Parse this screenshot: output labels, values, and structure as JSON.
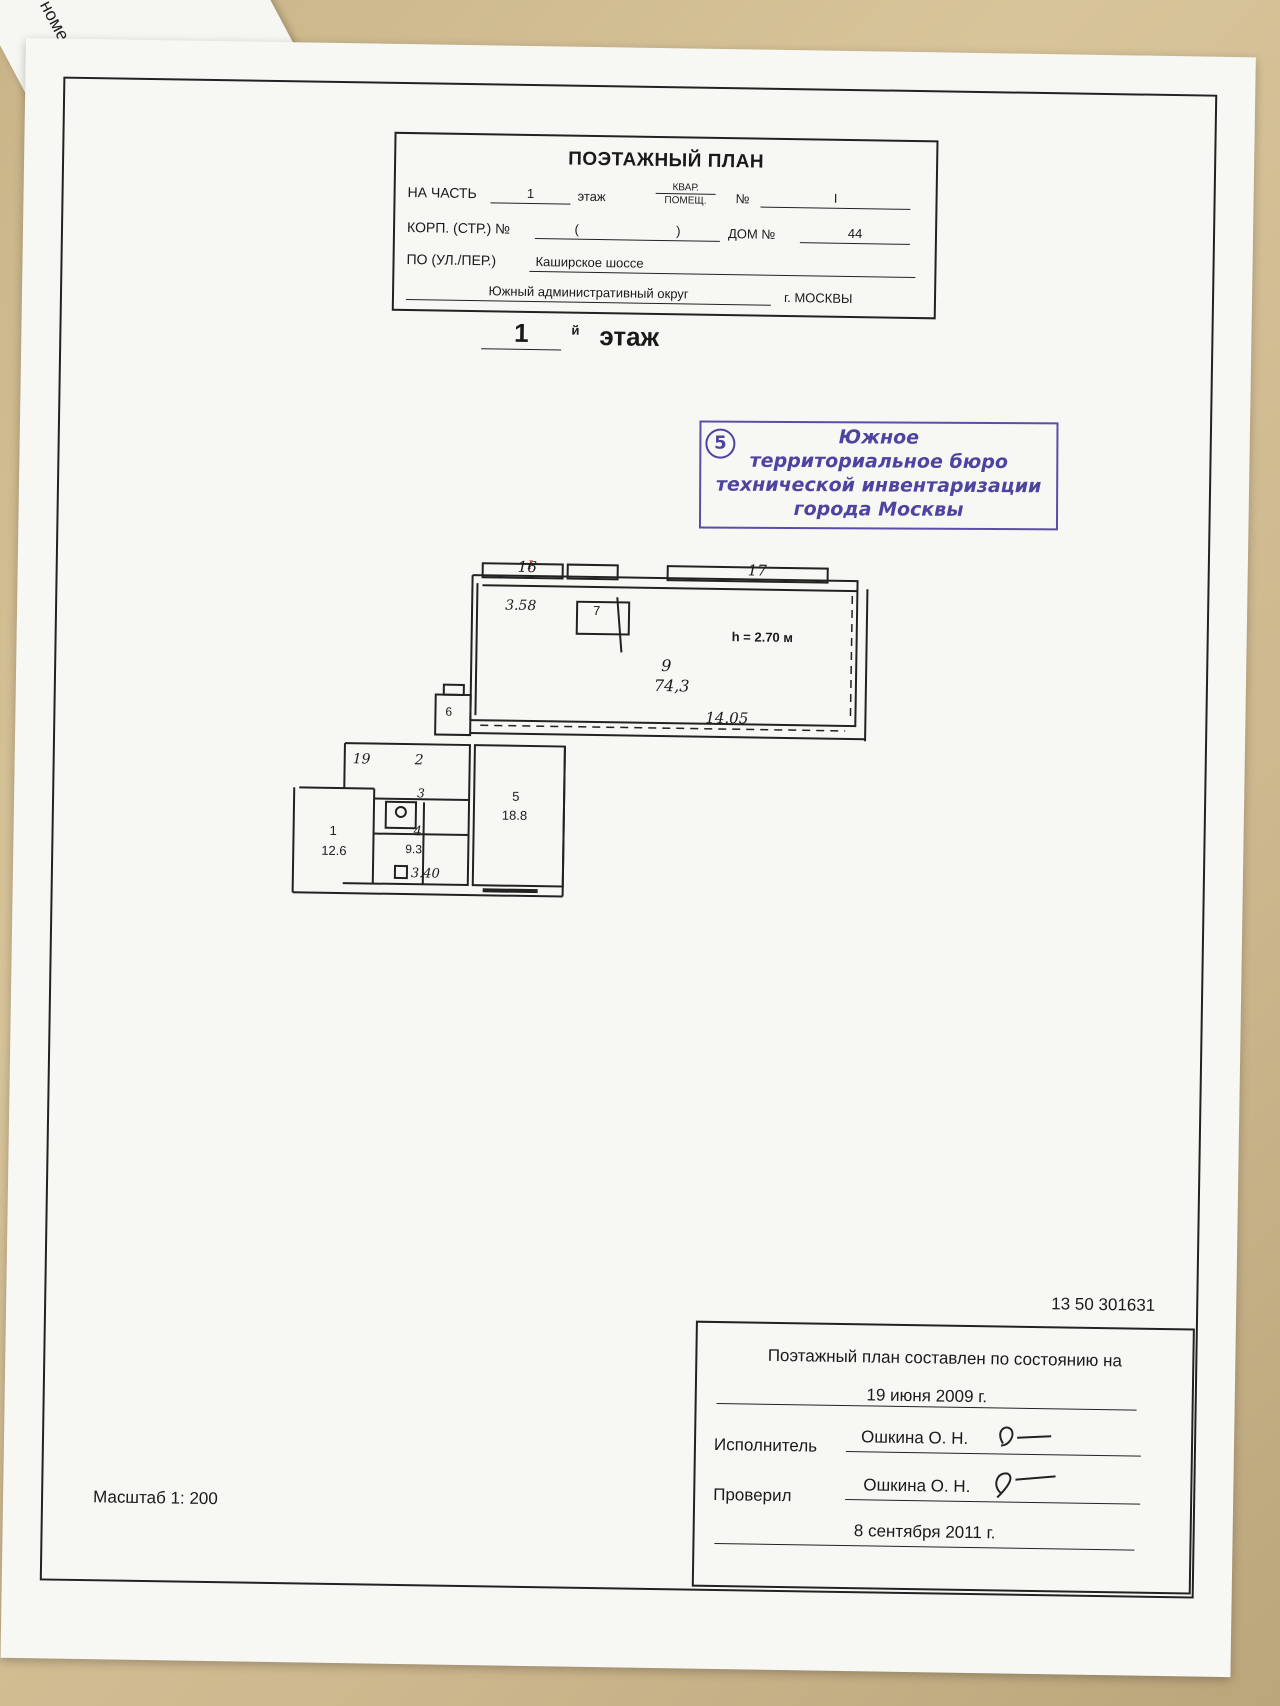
{
  "background_sheet": {
    "text": "ый номер N"
  },
  "title_block": {
    "title": "ПОЭТАЖНЫЙ ПЛАН",
    "part_label": "НА ЧАСТЬ",
    "part_value": "1",
    "floor_label": "этаж",
    "unit_type_top": "КВАР.",
    "unit_type_bottom": "ПОМЕЩ.",
    "number_label": "№",
    "number_value": "I",
    "building_label": "КОРП. (СТР.) №",
    "building_open": "(",
    "building_close": ")",
    "house_label": "ДОМ №",
    "house_value": "44",
    "street_label": "ПО (УЛ./ПЕР.)",
    "street_value": "Каширское шоссе",
    "district_value": "Южный административный округ",
    "city_value": "г. МОСКВЫ"
  },
  "floor_heading": {
    "number": "1",
    "suffix": "й",
    "word": "этаж"
  },
  "stamp": {
    "number": "5",
    "lines": [
      "Южное",
      "территориальное бюро",
      "технической инвентаризации",
      "города Москвы"
    ]
  },
  "floor_plan": {
    "section_mark": "I",
    "rooms": [
      {
        "number": "1",
        "area": "12.6"
      },
      {
        "number": "2"
      },
      {
        "number": "3"
      },
      {
        "number": "4",
        "area": "9.3"
      },
      {
        "number": "5",
        "area": "18.8"
      },
      {
        "number": "6"
      },
      {
        "number": "7"
      },
      {
        "number": "9",
        "area": "74,3"
      },
      {
        "number": "16"
      },
      {
        "number": "17"
      },
      {
        "number": "19"
      }
    ],
    "height_note": "h = 2.70 м",
    "dimensions": [
      "3.58",
      "14.05",
      "3.40"
    ]
  },
  "serial_number": "13 50 301631",
  "scale": "Масштаб 1: 200",
  "info_block": {
    "caption": "Поэтажный план составлен по состоянию на",
    "date": "19 июня 2009 г.",
    "executor_label": "Исполнитель",
    "executor_name": "Ошкина О. Н.",
    "checked_label": "Проверил",
    "checked_name": "Ошкина О. Н.",
    "issue_date": "8 сентября 2011 г."
  }
}
